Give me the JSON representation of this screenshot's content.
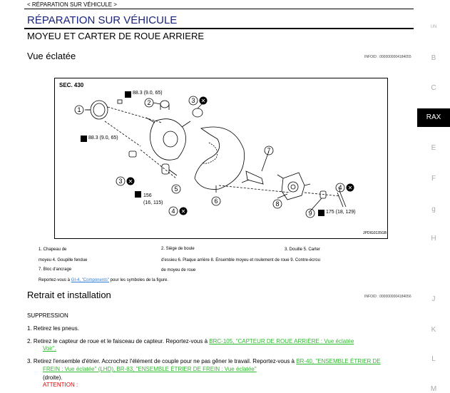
{
  "breadcrumb": "< RÉPARATION SUR VÉHICULE >",
  "section_title": "RÉPARATION SUR VÉHICULE",
  "subtitle": "MOYEU ET CARTER DE ROUE ARRIERE",
  "exploded": {
    "heading": "Vue éclatée",
    "infoid": "INFOID : 0000000004184055"
  },
  "figure": {
    "sec_label": "SEC. 430",
    "code": "JPDIG0135GB",
    "torque_1": "88.3 (9.0, 65)",
    "torque_2": "88.3 (9.0, 65)",
    "torque_3a": "156",
    "torque_3b": "(16, 115)",
    "torque_4": "175 (18, 129)",
    "callouts": [
      "①",
      "②",
      "③",
      "④",
      "⑤",
      "⑥",
      "⑦",
      "⑧",
      "⑨"
    ]
  },
  "legend": {
    "line1_a": "1. Chapeau de",
    "line1_b": "2. Siège de boule",
    "line1_c": "3. Douille 5. Carter",
    "line2_a": "moyeu 4. Goupille fendue",
    "line2_b": "d'essieu 6. Plaque arrière 8. Ensemble moyeu et roulement de roue 9. Contre-écrou",
    "line3_a": "7. Bloc d'ancrage",
    "line3_b": "de moyeu de roue",
    "ref_prefix": "Reportez-vous à ",
    "ref_link": "GI-4, \"Components\"",
    "ref_suffix": " pour les symboles de la figure."
  },
  "removal": {
    "heading": "Retrait et installation",
    "infoid": "INFOID : 0000000004184056",
    "label": "SUPPRESSION",
    "step1": "1. Retirez les pneus.",
    "step2_text": "2. Retirez le capteur de roue et le faisceau de capteur. Reportez-vous à ",
    "step2_link_a": "BRC-105, \"CAPTEUR DE ROUE ARRIÈRE : Vue éclatée",
    "step2_link_b": "Voir\".",
    "step3_text": "3. Retirez l'ensemble d'étrier. Accrochez l'élément de couple pour ne pas gêner le travail. Reportez-vous à ",
    "step3_link_a": "BR-40, \"ENSEMBLE ÉTRIER DE",
    "step3_link_b": "FREIN : Vue éclatée\" (LHD), BR-83, \"ENSEMBLE ÉTRIER DE FREIN : Vue éclatée\"",
    "step3_after": "(droite).",
    "attention": "ATTENTION :"
  },
  "side_tabs": [
    "UN",
    "B",
    "C",
    "RAX",
    "E",
    "F",
    "g",
    "H",
    "J",
    "K",
    "L",
    "M"
  ],
  "active_tab": "RAX"
}
